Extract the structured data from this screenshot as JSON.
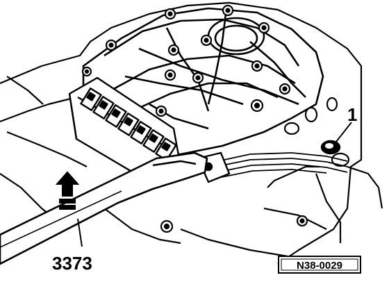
{
  "diagram": {
    "callouts": [
      {
        "id": "part-1",
        "text": "1"
      },
      {
        "id": "tool-3373",
        "text": "3373"
      }
    ],
    "figure_code": "N38-0029"
  },
  "colors": {
    "ink": "#000000",
    "paper": "#ffffff"
  }
}
